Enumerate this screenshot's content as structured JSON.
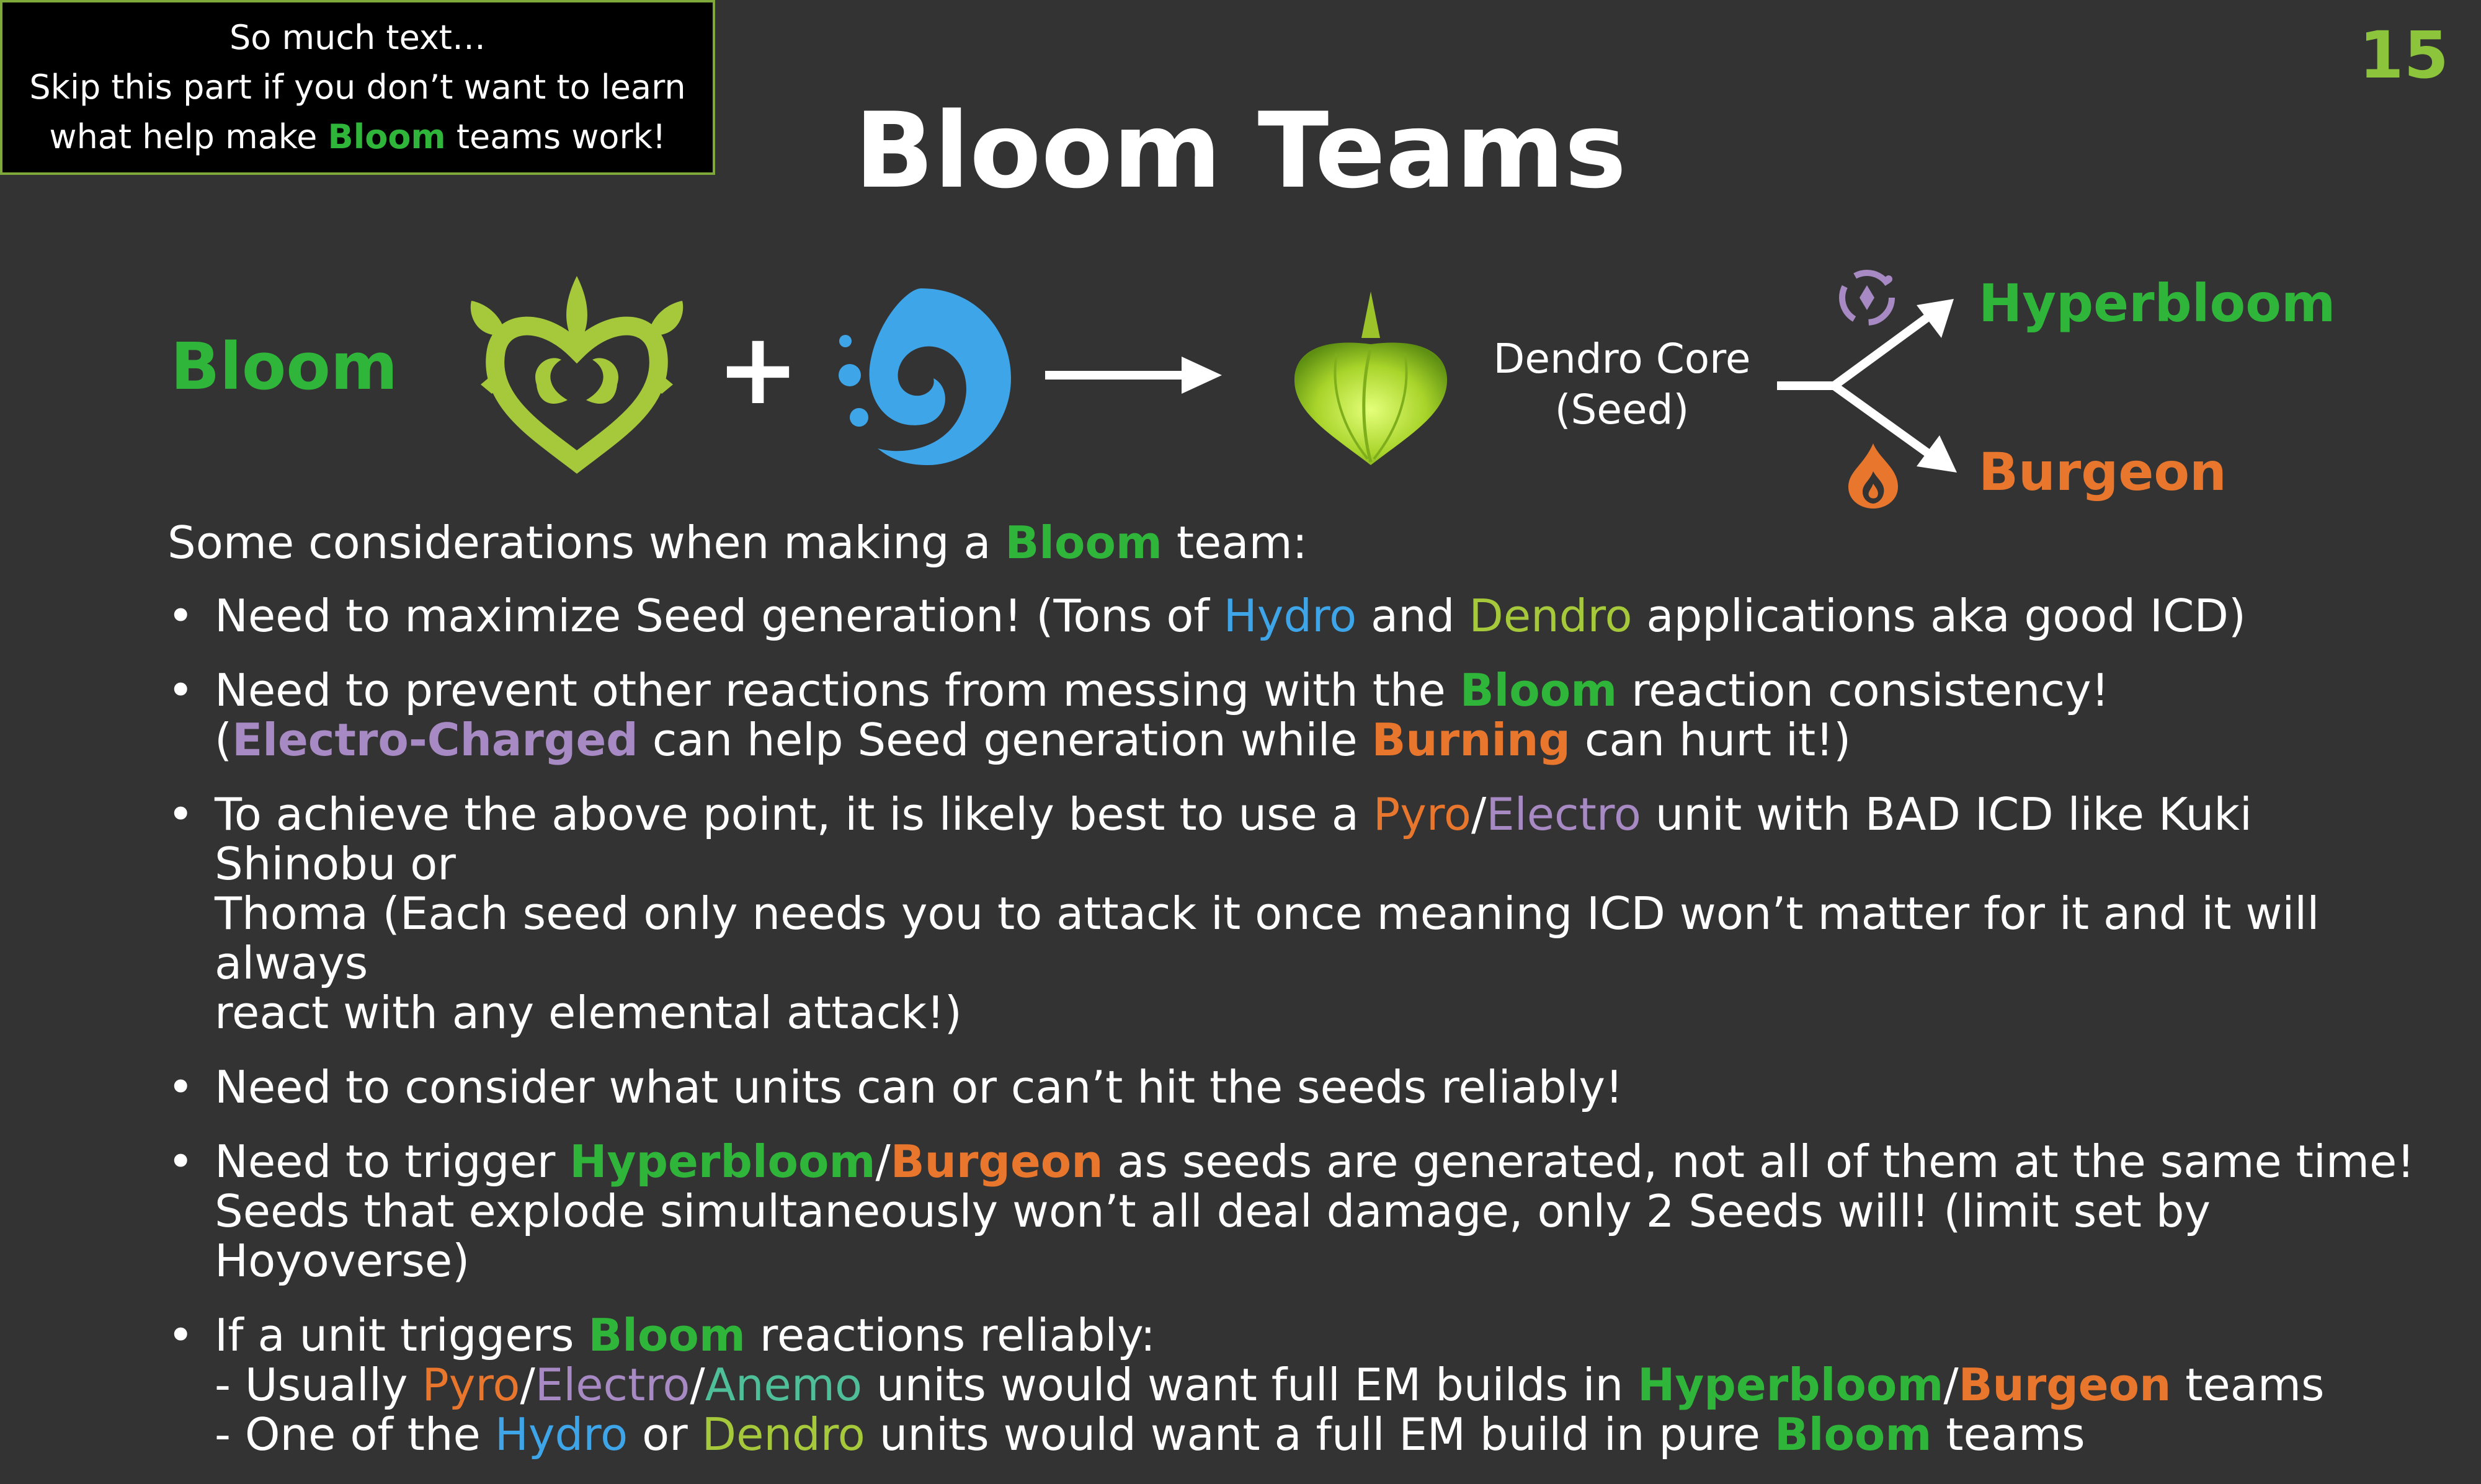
{
  "note": {
    "line1": "So much text…",
    "line2": "Skip this part if you don’t want to learn",
    "line3_pre": "what help make ",
    "line3_bloom": "Bloom",
    "line3_post": " teams work!"
  },
  "page_number": "15",
  "title": "Bloom Teams",
  "diagram": {
    "bloom_label": "Bloom",
    "plus": "+",
    "core_line1": "Dendro Core",
    "core_line2": "(Seed)",
    "hyperbloom_label": "Hyperbloom",
    "burgeon_label": "Burgeon",
    "icons": [
      "dendro-icon",
      "hydro-icon",
      "arrow-right-icon",
      "dendro-core-icon",
      "branch-arrow-icon",
      "electro-icon",
      "pyro-icon"
    ]
  },
  "intro": {
    "pre": "Some considerations when making a ",
    "bloom": "Bloom",
    "post": " team:"
  },
  "bullets": {
    "b1": {
      "pre": "Need to maximize Seed generation! (Tons of ",
      "hydro": "Hydro",
      "and": " and ",
      "dendro": "Dendro",
      "post": " applications aka good ICD)"
    },
    "b2": {
      "pre": "Need to prevent other reactions from messing with the ",
      "bloom": "Bloom",
      "mid": " reaction consistency!",
      "open": "(",
      "ec": "Electro-Charged",
      "mid2": " can help Seed generation while ",
      "burning": "Burning",
      "post": " can hurt it!)"
    },
    "b3": {
      "pre": "To achieve the above point, it is likely best to use a ",
      "pyro": "Pyro",
      "slash": "/",
      "electro": "Electro",
      "line1_post": " unit with BAD ICD like Kuki Shinobu or",
      "line2": "Thoma (Each seed only needs you to attack it once meaning ICD won’t matter for it and it will always",
      "line3": "react with any elemental attack!)"
    },
    "b4": {
      "text": "Need to consider what units can or can’t hit the seeds reliably!"
    },
    "b5": {
      "pre": "Need to trigger ",
      "hyperbloom": "Hyperbloom",
      "slash": "/",
      "burgeon": "Burgeon",
      "post": " as seeds are generated, not all of them at the same time!",
      "line2": "Seeds that explode simultaneously won’t all deal damage, only 2 Seeds will! (limit set by Hoyoverse)"
    },
    "b6": {
      "pre": "If a unit triggers ",
      "bloom": "Bloom",
      "post": " reactions reliably:",
      "l2_pre": "- Usually ",
      "l2_pyro": "Pyro",
      "l2_s1": "/",
      "l2_electro": "Electro",
      "l2_s2": "/",
      "l2_anemo": "Anemo",
      "l2_mid": " units would want full EM builds in ",
      "l2_hyperbloom": "Hyperbloom",
      "l2_s3": "/",
      "l2_burgeon": "Burgeon",
      "l2_post": " teams",
      "l3_pre": "- One of the ",
      "l3_hydro": "Hydro",
      "l3_or": " or ",
      "l3_dendro": "Dendro",
      "l3_mid": " units would want a full EM build in pure ",
      "l3_bloom": "Bloom",
      "l3_post": " teams"
    }
  },
  "colors": {
    "background": "#333333",
    "bloom_green": "#2fb53a",
    "pyro_orange": "#e8762d",
    "electro_purple": "#a789c3",
    "hydro_blue": "#3ea5e8",
    "dendro_green": "#a6c93b",
    "anemo_teal": "#4fbf9a",
    "page_number_green": "#8cc43c"
  }
}
